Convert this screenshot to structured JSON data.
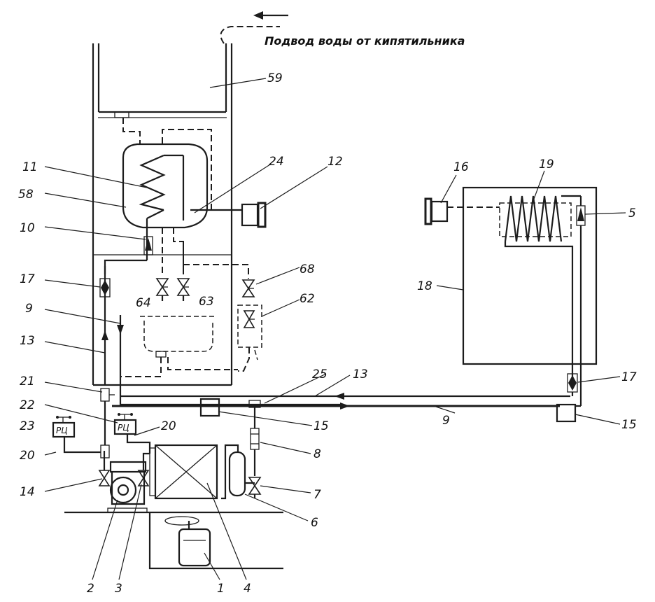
{
  "caption": "Подвод воды от кипятильника",
  "labels": {
    "l59": "59",
    "l11": "11",
    "l58": "58",
    "l10": "10",
    "l24": "24",
    "l12": "12",
    "l16": "16",
    "l19": "19",
    "l5": "5",
    "l18": "18",
    "l17a": "17",
    "l17b": "17",
    "l9a": "9",
    "l9b": "9",
    "l13a": "13",
    "l13b": "13",
    "l64": "64",
    "l63": "63",
    "l68": "68",
    "l62": "62",
    "l21": "21",
    "l22": "22",
    "l23": "23",
    "l20a": "20",
    "l20b": "20",
    "l25": "25",
    "l15a": "15",
    "l15b": "15",
    "l8": "8",
    "l7": "7",
    "l6": "6",
    "l14": "14",
    "l2": "2",
    "l3": "3",
    "l1": "1",
    "l4": "4"
  },
  "relay_label": "РЦ"
}
